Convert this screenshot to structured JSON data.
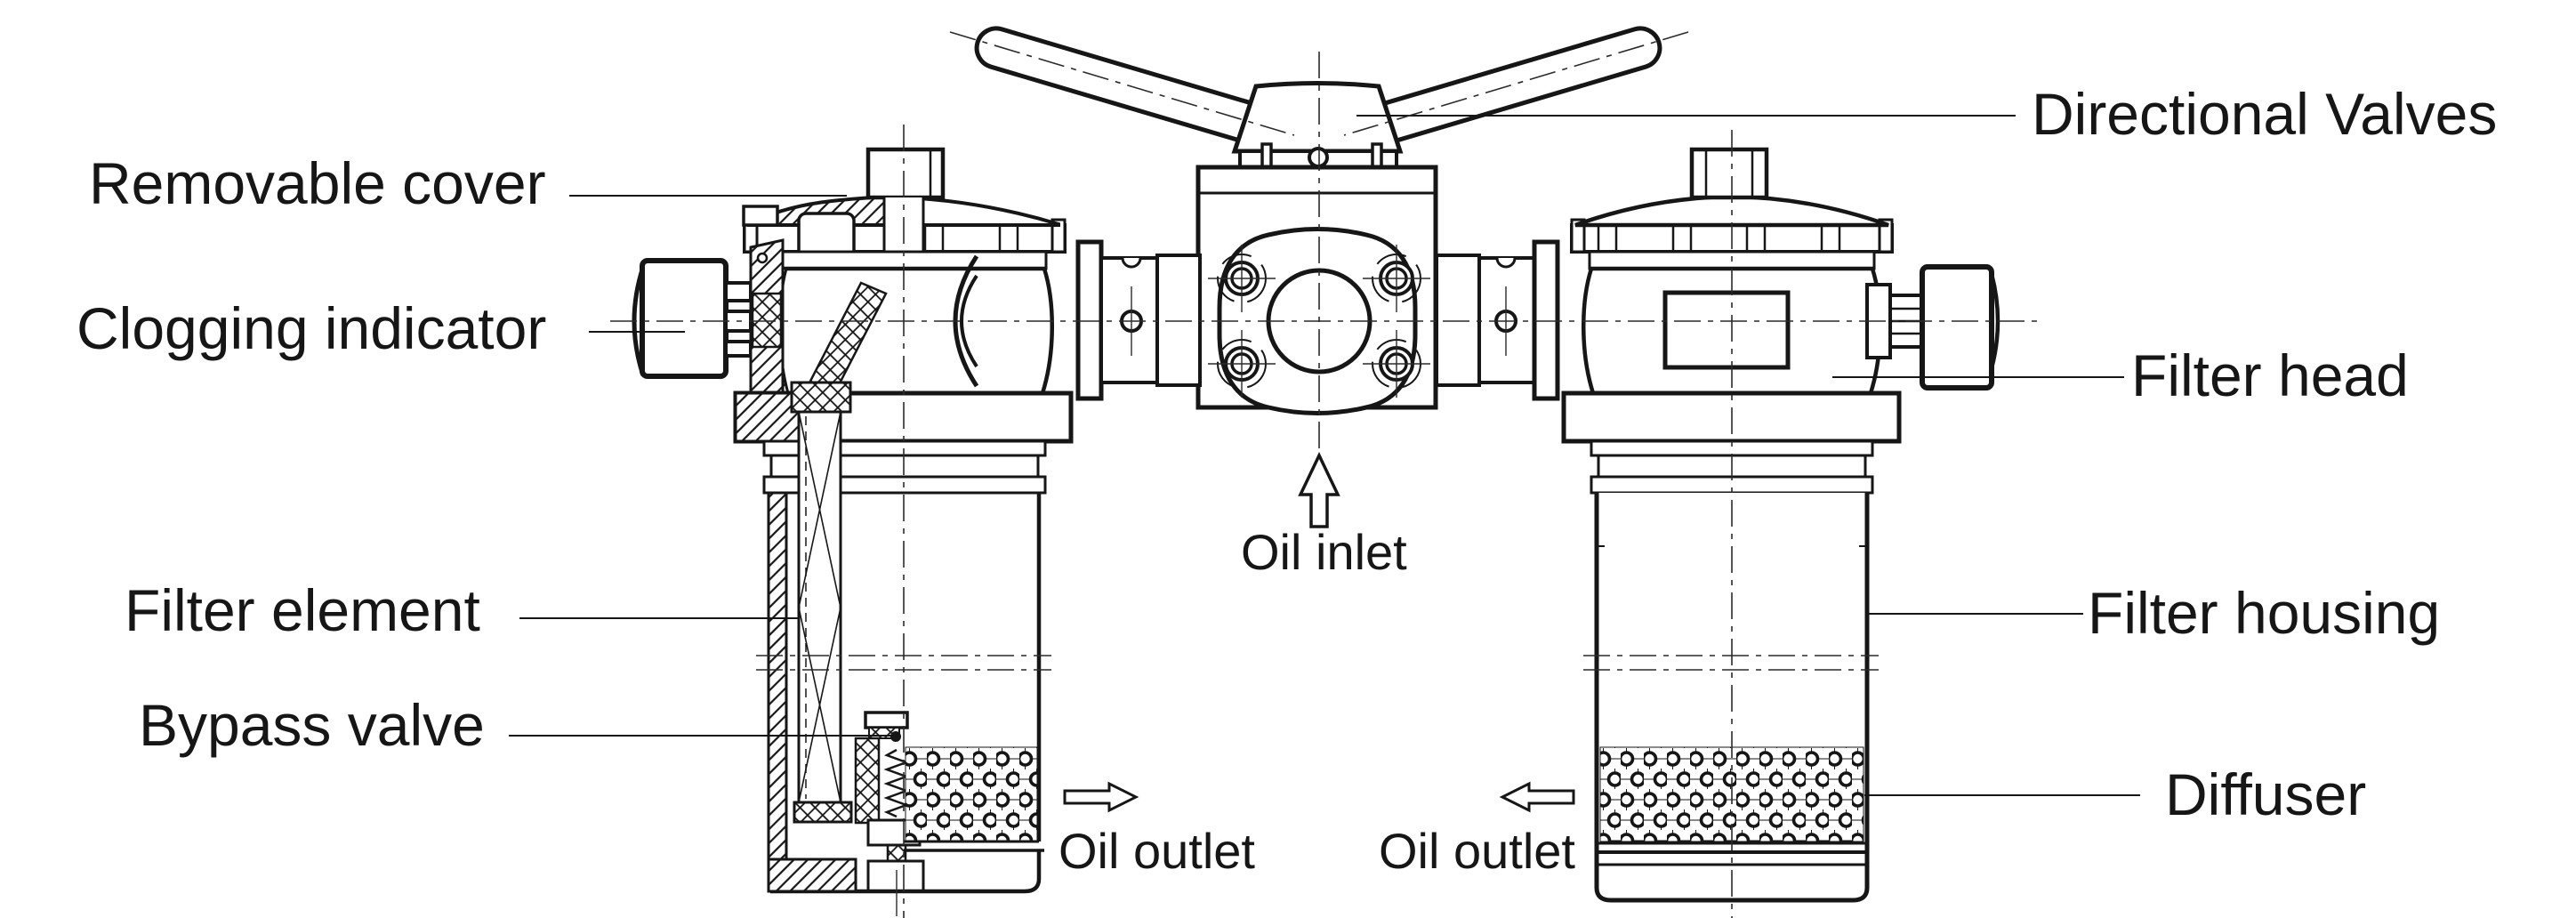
{
  "diagram": {
    "background": "#ffffff",
    "line_color": "#161616",
    "labels": {
      "removable_cover": "Removable cover",
      "clogging_indicator": "Clogging indicator",
      "filter_element": "Filter element",
      "bypass_valve": "Bypass valve",
      "directional_valves": "Directional Valves",
      "filter_head": "Filter head",
      "filter_housing": "Filter housing",
      "diffuser": "Diffuser",
      "oil_inlet": "Oil inlet",
      "oil_outlet_left": "Oil outlet",
      "oil_outlet_right": "Oil outlet"
    },
    "arrows": {
      "oil_inlet_direction": "up",
      "oil_outlet_left_direction": "right",
      "oil_outlet_right_direction": "left"
    }
  }
}
